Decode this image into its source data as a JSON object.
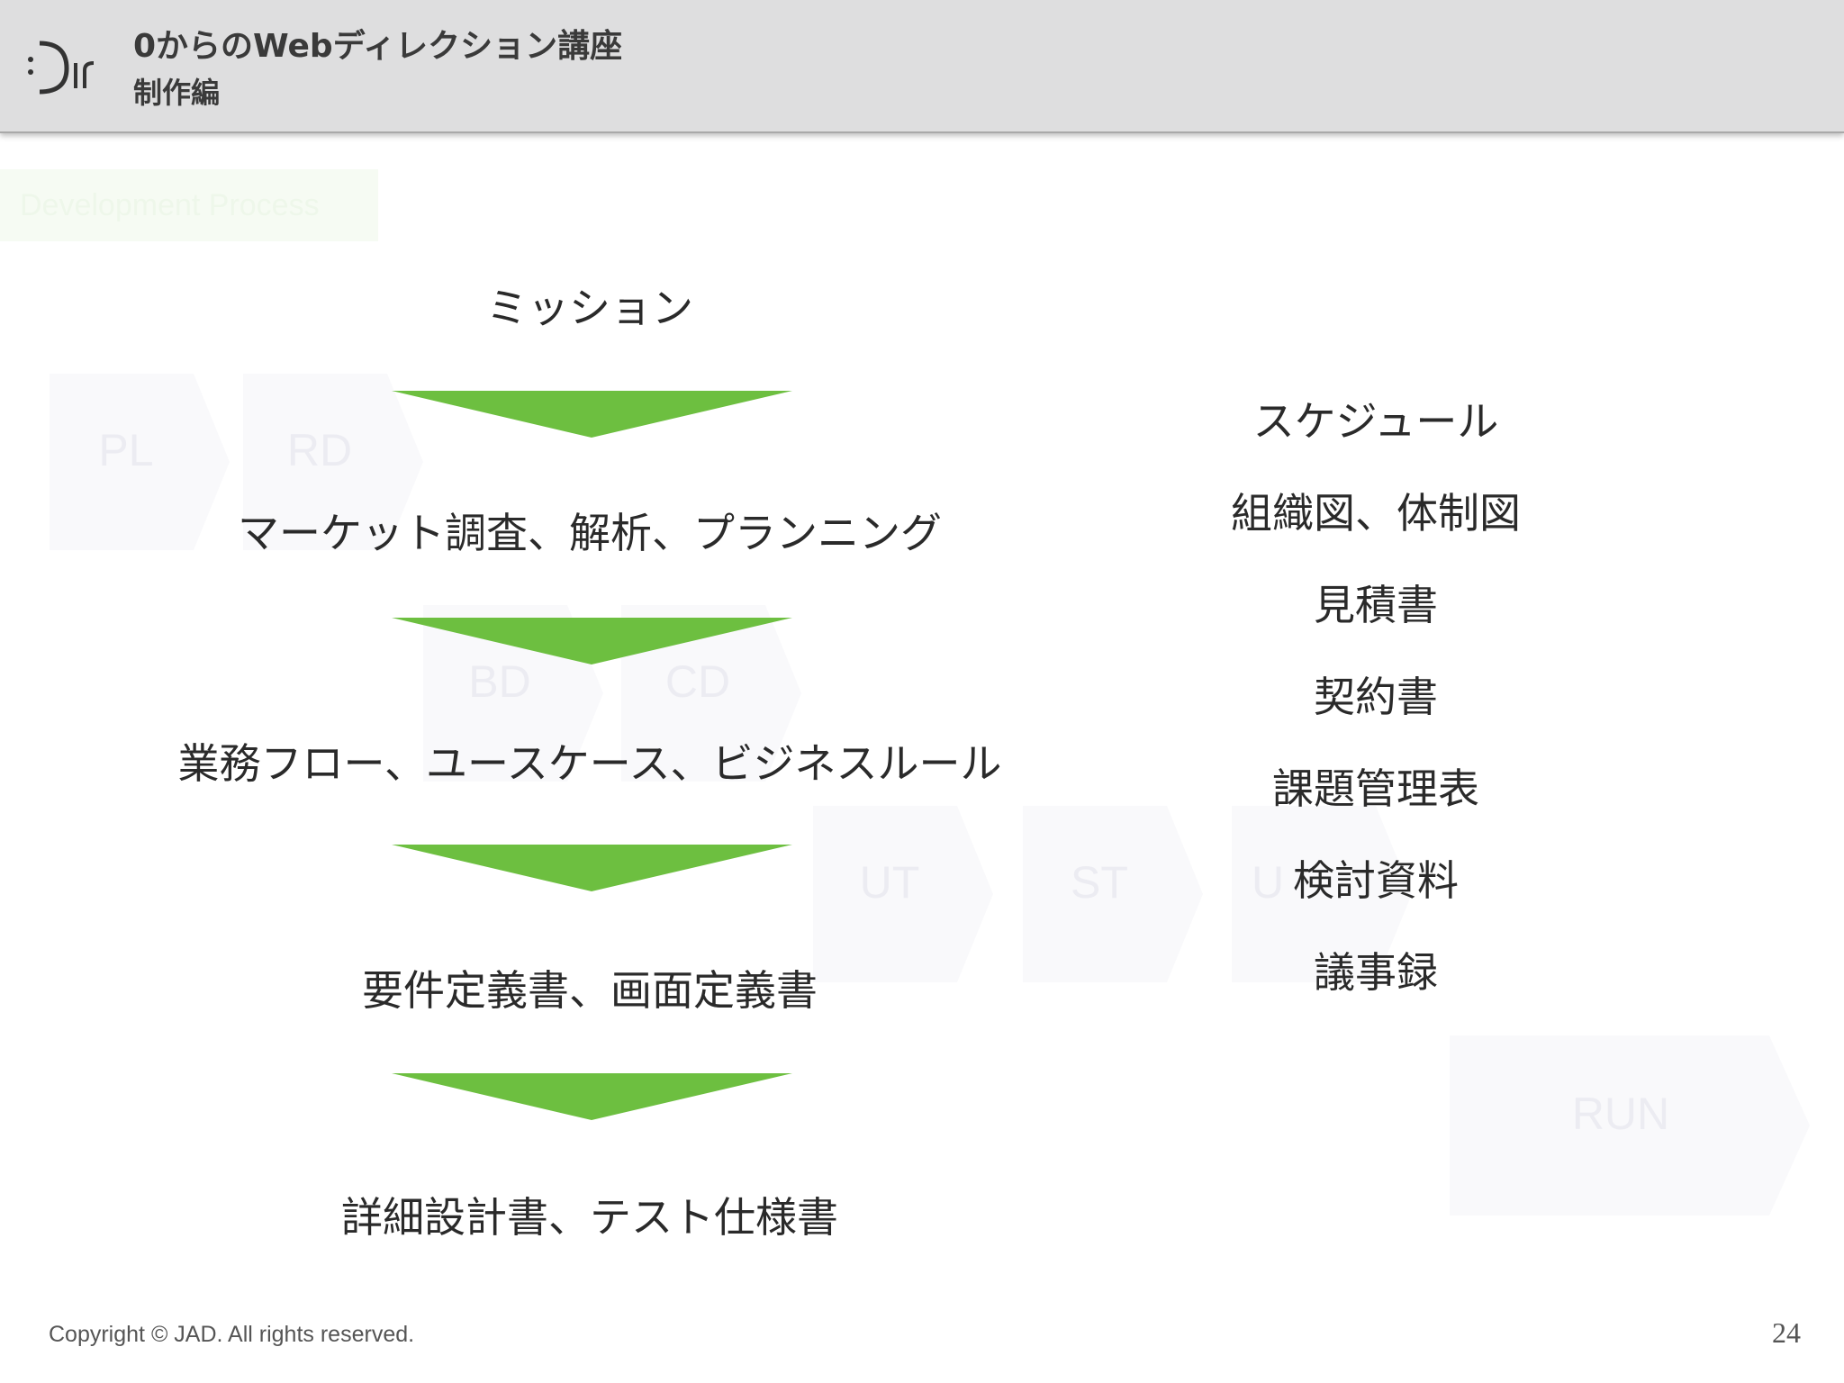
{
  "header": {
    "title": "0からのWebディレクション講座",
    "subtitle": "制作編",
    "logo_text": "Dir"
  },
  "section_tag": "Development Process",
  "process_steps": [
    {
      "label": "PL"
    },
    {
      "label": "RD"
    },
    {
      "label": "BD"
    },
    {
      "label": "CD"
    },
    {
      "label": "UT"
    },
    {
      "label": "ST"
    },
    {
      "label": "U"
    },
    {
      "label": "RUN"
    }
  ],
  "flow": {
    "items": [
      "ミッション",
      "マーケット調査、解析、プランニング",
      "業務フロー、ユースケース、ビジネスルール",
      "要件定義書、画面定義書",
      "詳細設計書、テスト仕様書"
    ],
    "arrow_color": "#6dbf40"
  },
  "documents": [
    "スケジュール",
    "組織図、体制図",
    "見積書",
    "契約書",
    "課題管理表",
    "検討資料",
    "議事録"
  ],
  "footer": {
    "copyright": "Copyright © JAD. All rights reserved.",
    "page_number": "24"
  }
}
